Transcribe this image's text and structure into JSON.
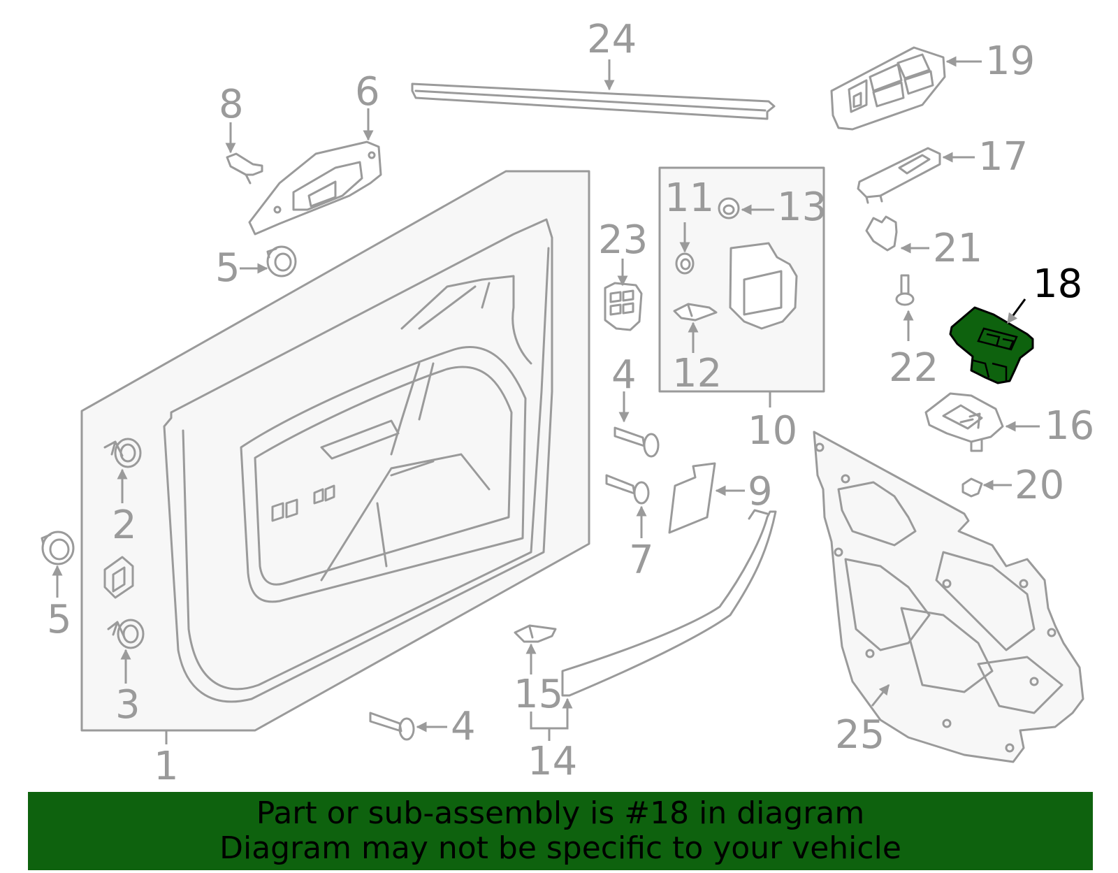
{
  "colors": {
    "banner_background": "#0e620e",
    "highlight_part": "#0e620e",
    "part_outline": "#9a9a9a",
    "active_label": "#000000"
  },
  "highlighted_part": "18",
  "callouts": {
    "c1": "1",
    "c2": "2",
    "c3": "3",
    "c4a": "4",
    "c4b": "4",
    "c5a": "5",
    "c5b": "5",
    "c6": "6",
    "c7": "7",
    "c8": "8",
    "c9": "9",
    "c10": "10",
    "c11": "11",
    "c12": "12",
    "c13": "13",
    "c14": "14",
    "c15": "15",
    "c16": "16",
    "c17": "17",
    "c18": "18",
    "c19": "19",
    "c20": "20",
    "c21": "21",
    "c22": "22",
    "c23": "23",
    "c24": "24",
    "c25": "25"
  },
  "banner": {
    "line1": "Part or sub-assembly is #18 in diagram",
    "line2": "Diagram may not be specific to your vehicle"
  }
}
